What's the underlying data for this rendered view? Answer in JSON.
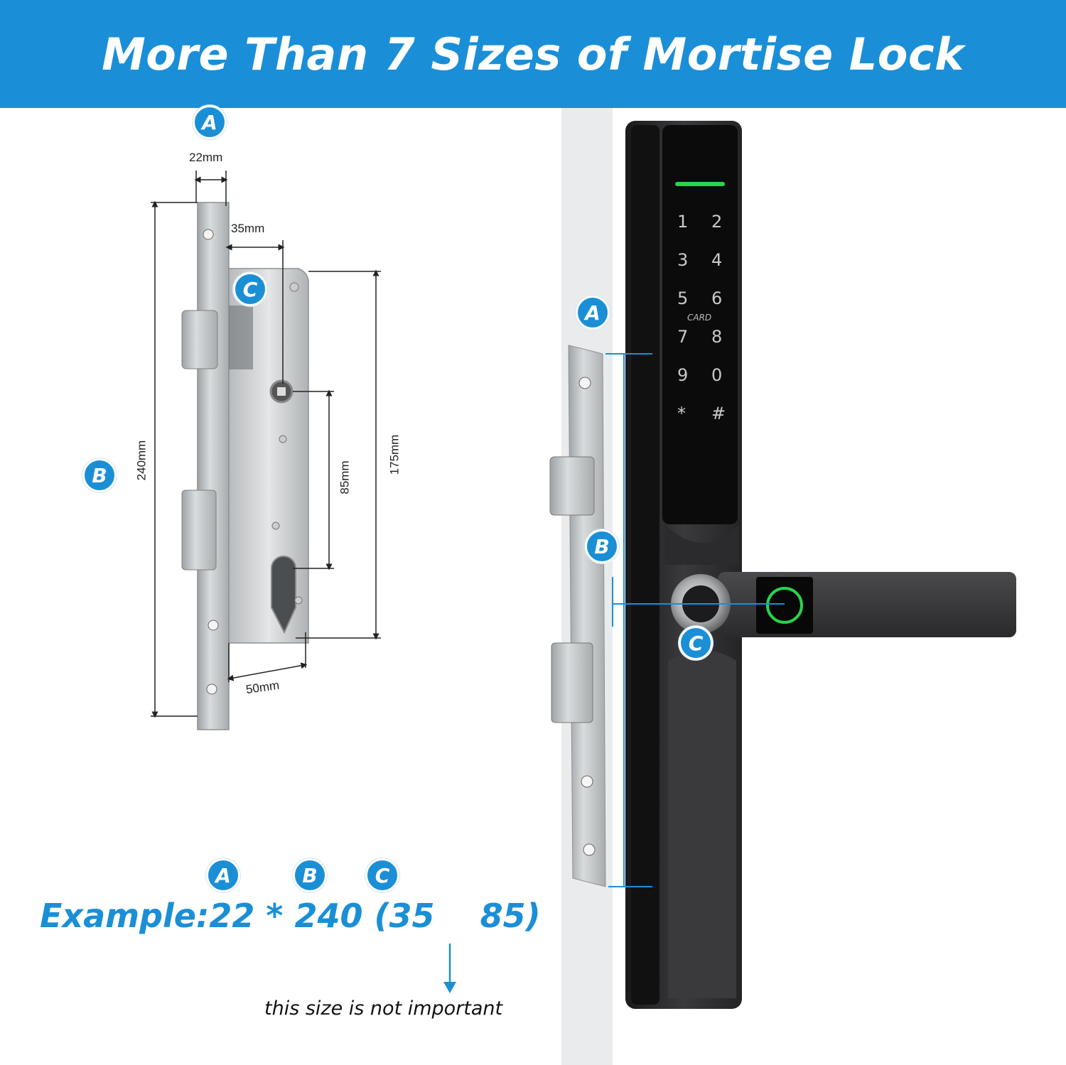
{
  "title": "More Than 7 Sizes of Mortise Lock",
  "badges": {
    "a": "A",
    "b": "B",
    "c": "C"
  },
  "dimensions": {
    "faceplate_width": "22mm",
    "backset": "35mm",
    "length": "240mm",
    "center": "85mm",
    "height": "175mm",
    "depth": "50mm"
  },
  "example": {
    "text": "Example:22 * 240 (35    85)"
  },
  "note": "this size is not important",
  "keypad": {
    "keys": [
      "1",
      "2",
      "3",
      "4",
      "5",
      "6",
      "7",
      "8",
      "9",
      "0",
      "*",
      "#"
    ],
    "card_label": "CARD"
  },
  "colors": {
    "brand_blue": "#1b8fd6",
    "banner_blue": "#1a8fd8",
    "status_green": "#2ad34a"
  }
}
